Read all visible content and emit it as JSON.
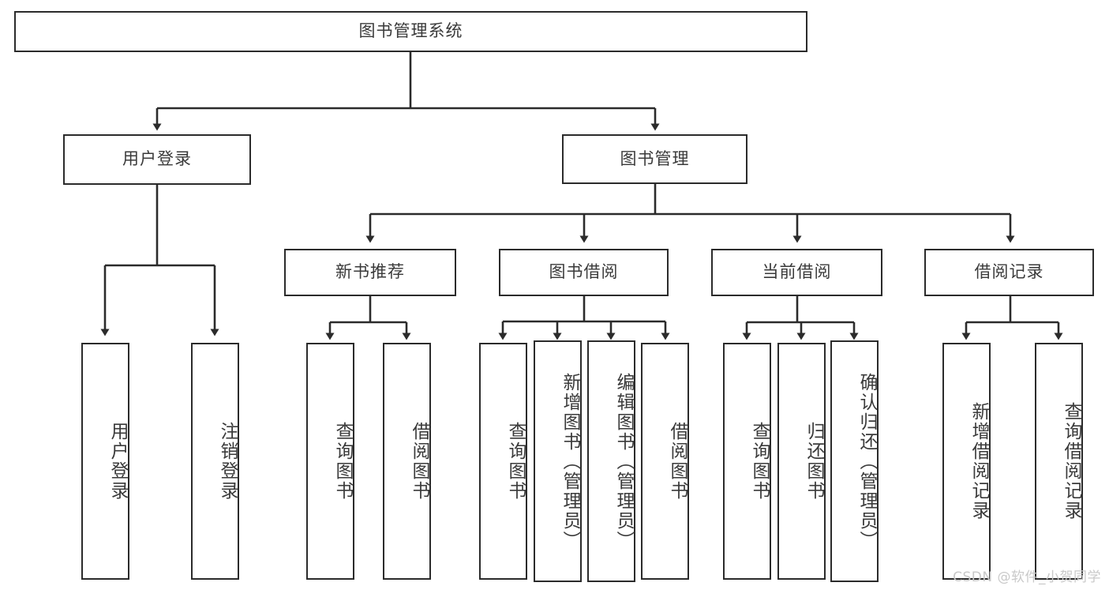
{
  "diagram": {
    "title_node": {
      "label": "图书管理系统"
    },
    "level1": [
      {
        "id": "user-login",
        "label": "用户登录"
      },
      {
        "id": "book-management",
        "label": "图书管理"
      }
    ],
    "level2": [
      {
        "id": "new-book-recommend",
        "label": "新书推荐"
      },
      {
        "id": "book-borrow",
        "label": "图书借阅"
      },
      {
        "id": "current-borrow",
        "label": "当前借阅"
      },
      {
        "id": "borrow-record",
        "label": "借阅记录"
      }
    ],
    "leaves": [
      {
        "id": "leaf-user-login",
        "label": "用户登录"
      },
      {
        "id": "leaf-logout-login",
        "label": "注销登录"
      },
      {
        "id": "leaf-query-book-1",
        "label": "查询图书"
      },
      {
        "id": "leaf-borrow-book-1",
        "label": "借阅图书"
      },
      {
        "id": "leaf-query-book-2",
        "label": "查询图书"
      },
      {
        "id": "leaf-add-book-admin",
        "label": "新增图书（管理员）"
      },
      {
        "id": "leaf-edit-book-admin",
        "label": "编辑图书（管理员）"
      },
      {
        "id": "leaf-borrow-book-2",
        "label": "借阅图书"
      },
      {
        "id": "leaf-query-book-3",
        "label": "查询图书"
      },
      {
        "id": "leaf-return-book",
        "label": "归还图书"
      },
      {
        "id": "leaf-confirm-return-admin",
        "label": "确认归还（管理员）"
      },
      {
        "id": "leaf-add-borrow-record",
        "label": "新增借阅记录"
      },
      {
        "id": "leaf-query-borrow-record",
        "label": "查询借阅记录"
      }
    ],
    "watermark": "CSDN @软件_小贺同学",
    "colors": {
      "border": "#2b2b2b",
      "text": "#3a3a3a",
      "background": "#ffffff",
      "watermark": "#c9c9c9"
    }
  }
}
